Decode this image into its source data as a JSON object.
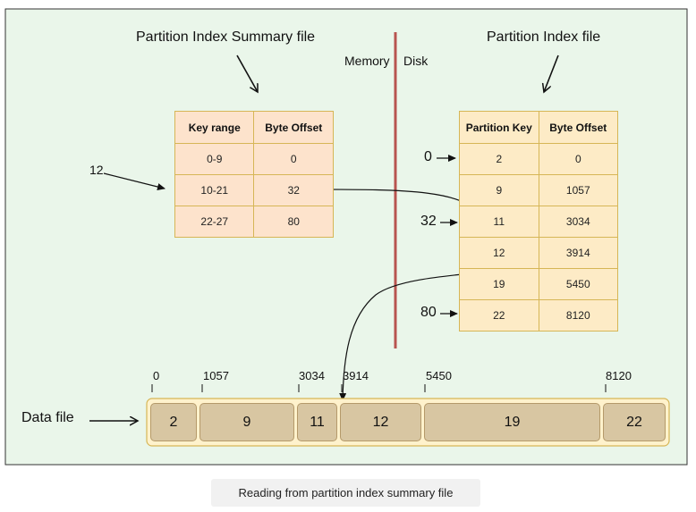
{
  "summary_title": "Partition Index Summary file",
  "index_title": "Partition Index file",
  "memory_label": "Memory",
  "disk_label": "Disk",
  "lookup_key": "12",
  "summary_table": {
    "headers": [
      "Key range",
      "Byte Offset"
    ],
    "rows": [
      [
        "0-9",
        "0"
      ],
      [
        "10-21",
        "32"
      ],
      [
        "22-27",
        "80"
      ]
    ]
  },
  "index_table": {
    "headers": [
      "Partition Key",
      "Byte Offset"
    ],
    "rows": [
      [
        "2",
        "0"
      ],
      [
        "9",
        "1057"
      ],
      [
        "11",
        "3034"
      ],
      [
        "12",
        "3914"
      ],
      [
        "19",
        "5450"
      ],
      [
        "22",
        "8120"
      ]
    ]
  },
  "index_pointers": [
    "0",
    "32",
    "80"
  ],
  "data_file_label": "Data file",
  "data_file_offsets": [
    "0",
    "1057",
    "3034",
    "3914",
    "5450",
    "8120"
  ],
  "data_file_segments": [
    "2",
    "9",
    "11",
    "12",
    "19",
    "22"
  ],
  "caption": "Reading from partition index summary file",
  "colors": {
    "divider": "#b85450",
    "summary_fill": "#fde3cc",
    "index_fill": "#fdebc6",
    "border": "#d6b656",
    "segment_fill": "#d8c6a2",
    "file_fill": "#fff2cc",
    "canvas": "#eaf6ea"
  }
}
